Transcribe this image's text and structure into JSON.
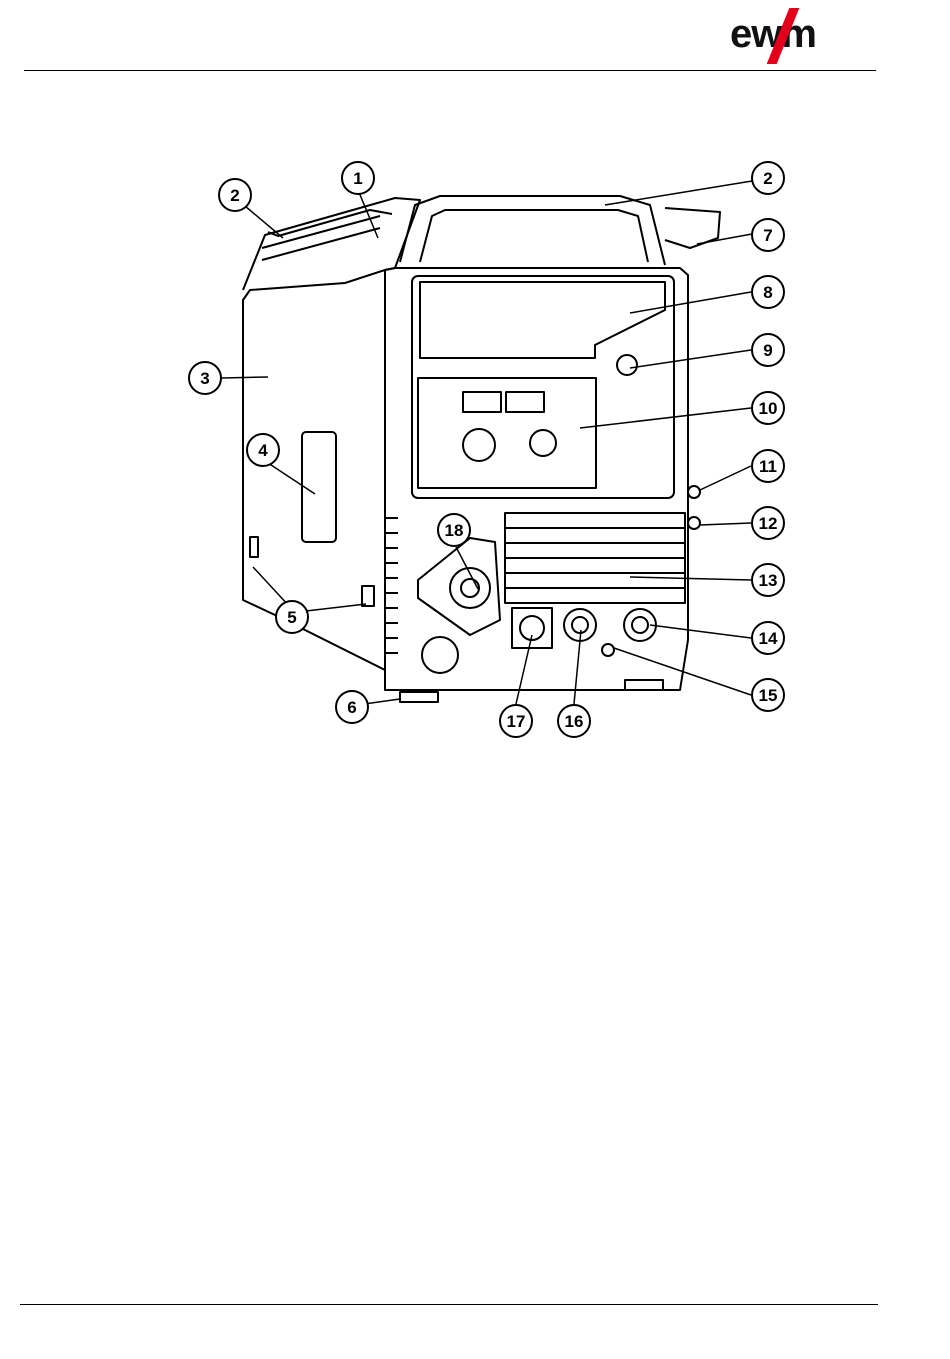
{
  "brand": {
    "name": "ewm",
    "accent": "#e2001a"
  },
  "figure": {
    "callouts": [
      "1",
      "2",
      "2",
      "3",
      "4",
      "5",
      "6",
      "7",
      "8",
      "9",
      "10",
      "11",
      "12",
      "13",
      "14",
      "15",
      "16",
      "17",
      "18"
    ]
  }
}
